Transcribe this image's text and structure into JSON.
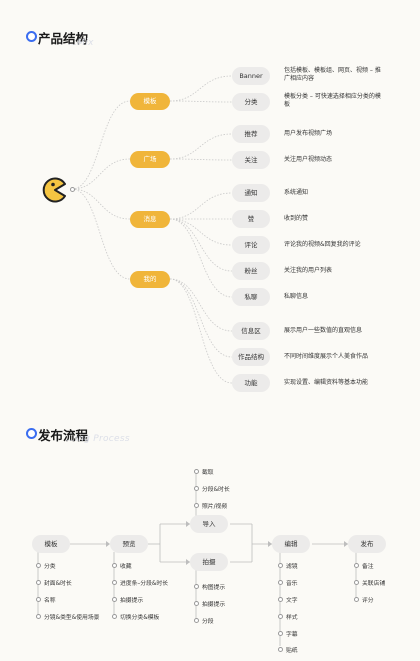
{
  "section1": {
    "title": "产品结构",
    "ghost": "…Mix",
    "level1": [
      "模板",
      "广场",
      "消息",
      "我的"
    ],
    "level2": [
      {
        "label": "Banner",
        "desc": "包括模板、模板组、网页、视频 – 推广相应内容"
      },
      {
        "label": "分类",
        "desc": "模板分类 – 可快速选择相应分类的模板"
      },
      {
        "label": "推荐",
        "desc": "用户发布视频广场"
      },
      {
        "label": "关注",
        "desc": "关注用户视频动态"
      },
      {
        "label": "通知",
        "desc": "系统通知"
      },
      {
        "label": "赞",
        "desc": "收到的赞"
      },
      {
        "label": "评论",
        "desc": "评论我的视频&回复我的评论"
      },
      {
        "label": "粉丝",
        "desc": "关注我的用户列表"
      },
      {
        "label": "私聊",
        "desc": "私聊信息"
      },
      {
        "label": "信息区",
        "desc": "展示用户一些数值的直观信息"
      },
      {
        "label": "作品结构",
        "desc": "不同时间维度展示个人美食作品"
      },
      {
        "label": "功能",
        "desc": "实现设置、编辑资料等基本功能"
      }
    ]
  },
  "section2": {
    "title": "发布流程",
    "ghost": "…ing Process",
    "steps": [
      "模板",
      "预览",
      "导入",
      "拍摄",
      "编辑",
      "发布"
    ],
    "template_leaves": [
      "分类",
      "封面&时长",
      "名称",
      "分镜&类型&使用场景"
    ],
    "preview_leaves": [
      "收藏",
      "进度条–分段&时长",
      "拍摄提示",
      "切换分类&模板"
    ],
    "import_leaves": [
      "截取",
      "分段&时长",
      "照片/视频"
    ],
    "shoot_leaves": [
      "构图提示",
      "拍摄提示",
      "分段"
    ],
    "edit_leaves": [
      "滤镜",
      "音乐",
      "文字",
      "样式",
      "字幕",
      "贴纸"
    ],
    "publish_leaves": [
      "备注",
      "关联店铺",
      "评分"
    ]
  },
  "colors": {
    "accent_yellow": "#f0b53a",
    "pill_gray": "#ecebea",
    "title_dot": "#3a6df0"
  }
}
